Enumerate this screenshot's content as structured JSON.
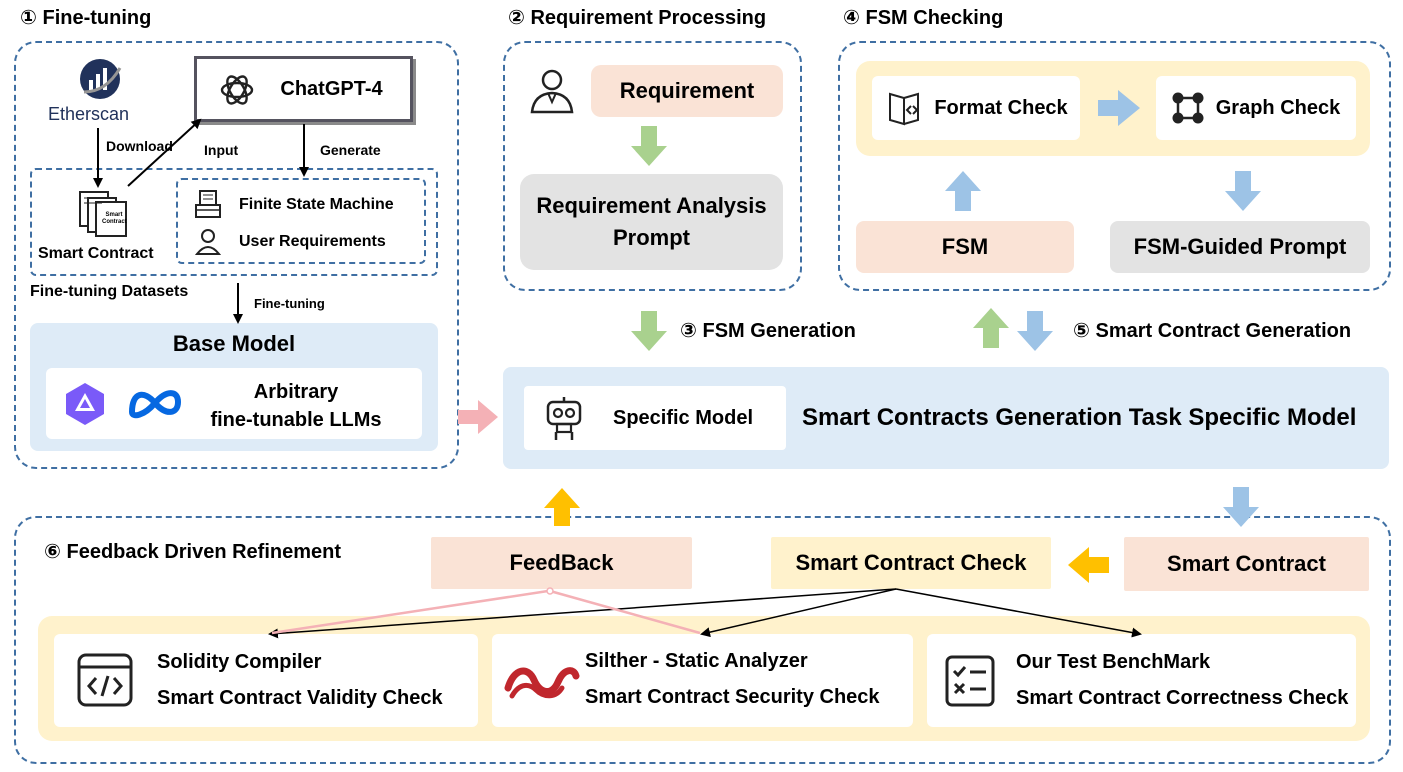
{
  "sections": {
    "fine_tuning": "① Fine-tuning",
    "requirement_processing": "② Requirement Processing",
    "fsm_generation": "③ FSM Generation",
    "fsm_checking": "④ FSM Checking",
    "smart_contract_generation": "⑤ Smart Contract Generation",
    "feedback_refinement": "⑥ Feedback Driven Refinement"
  },
  "fine_tuning": {
    "etherscan": "Etherscan",
    "chatgpt": "ChatGPT-4",
    "download": "Download",
    "input": "Input",
    "generate": "Generate",
    "smart_contract_icon_text": "Smart Contract",
    "smart_contract": "Smart Contract",
    "fsm": "Finite State Machine",
    "user_requirements": "User Requirements",
    "datasets": "Fine-tuning Datasets",
    "fine_tuning_arrow": "Fine-tuning",
    "base_model": "Base Model",
    "arbitrary_line1": "Arbitrary",
    "arbitrary_line2": "fine-tunable LLMs"
  },
  "requirement": {
    "requirement": "Requirement",
    "analysis_line1": "Requirement Analysis",
    "analysis_line2": "Prompt"
  },
  "fsm_check": {
    "format_check": "Format Check",
    "graph_check": "Graph Check",
    "fsm": "FSM",
    "fsm_guided_prompt": "FSM-Guided Prompt"
  },
  "model": {
    "specific_model": "Specific Model",
    "task_model": "Smart Contracts Generation Task Specific Model"
  },
  "feedback": {
    "feedback": "FeedBack",
    "smart_contract_check": "Smart Contract Check",
    "smart_contract": "Smart Contract",
    "tools": [
      {
        "name": "Solidity Compiler",
        "check": "Smart Contract Validity Check"
      },
      {
        "name": "Silther - Static Analyzer",
        "check": "Smart Contract Security Check"
      },
      {
        "name": "Our Test BenchMark",
        "check": "Smart Contract Correctness Check"
      }
    ]
  },
  "colors": {
    "frame_border": "#3f6fa3",
    "peach": "#fae3d6",
    "gray": "#e3e3e3",
    "yellow": "#fff2cc",
    "light_blue": "#deebf7",
    "arrow_green": "#a9d18e",
    "arrow_blue": "#9dc3e6",
    "arrow_orange": "#ffc000",
    "arrow_pink": "#f4b1b6",
    "meta_blue": "#0668e1",
    "qwen_purple": "#6a5acd",
    "silther_red": "#c0272d"
  }
}
